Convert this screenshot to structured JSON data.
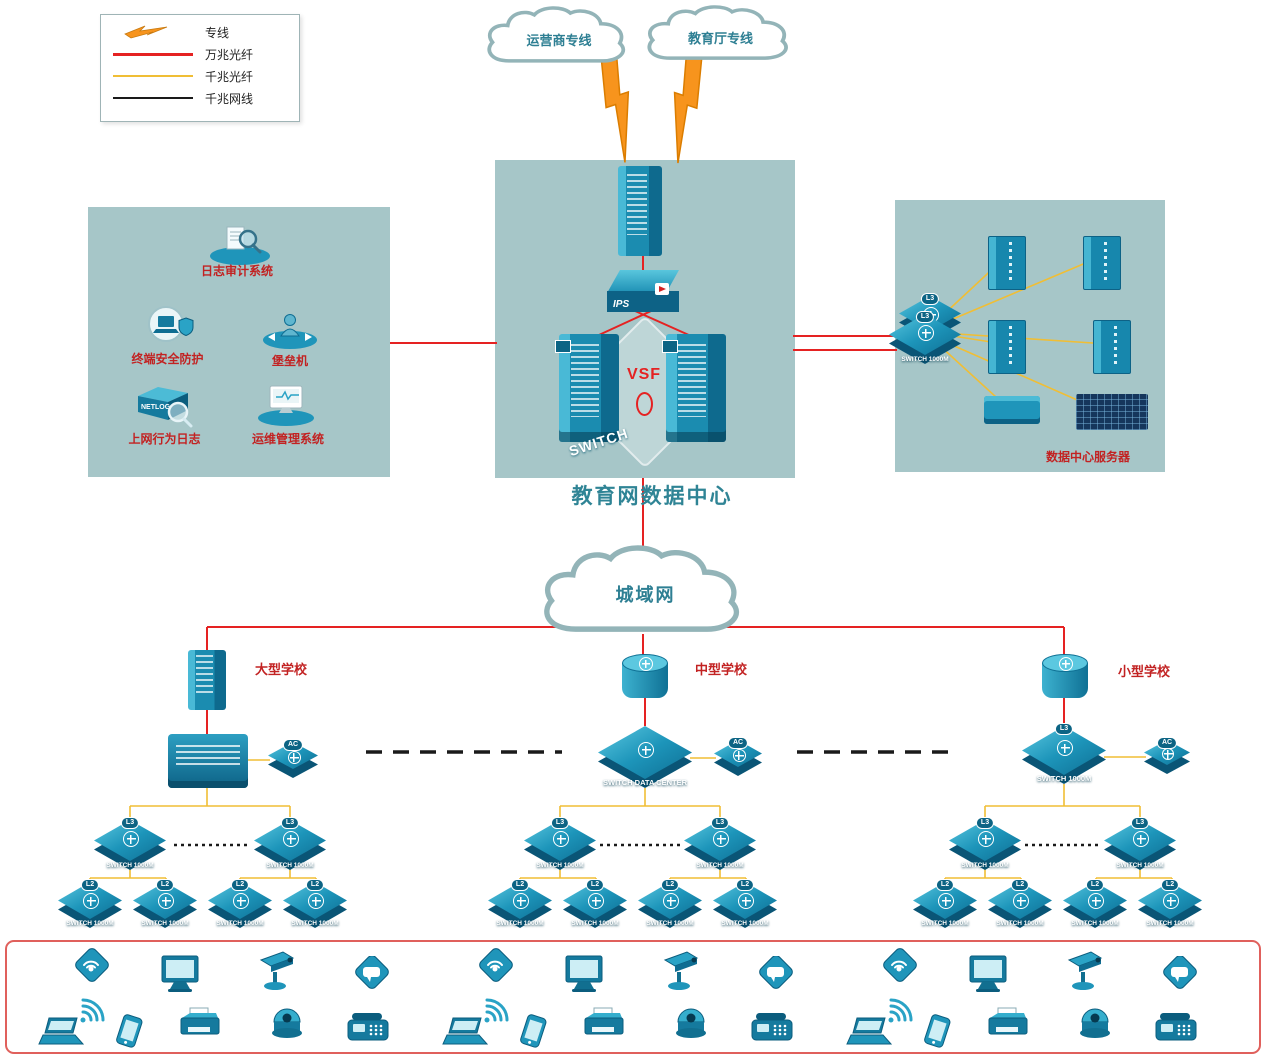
{
  "legend": {
    "items": [
      {
        "label": "专线",
        "line": "lightning"
      },
      {
        "label": "万兆光纤",
        "line": "red"
      },
      {
        "label": "千兆光纤",
        "line": "yellow"
      },
      {
        "label": "千兆网线",
        "line": "black"
      }
    ]
  },
  "clouds": {
    "carrier": "运营商专线",
    "education": "教育厅专线",
    "metro": "城域网"
  },
  "datacenter": {
    "title": "教育网数据中心",
    "ips": "IPS",
    "vsf": "VSF",
    "switch_text": "SWITCH"
  },
  "security_panel": {
    "items": [
      {
        "label": "日志审计系统",
        "icon": "log-audit-icon"
      },
      {
        "label": "终端安全防护",
        "icon": "terminal-security-icon"
      },
      {
        "label": "堡垒机",
        "icon": "bastion-host-icon"
      },
      {
        "label": "上网行为日志",
        "icon": "netlog-icon"
      },
      {
        "label": "运维管理系统",
        "icon": "ops-management-icon"
      }
    ],
    "netlog": "NETLOG"
  },
  "server_panel": {
    "label": "数据中心服务器",
    "switch_label": "SWITCH 1000M",
    "switch_badge": "L3"
  },
  "labels": {
    "switch_1000m": "SWITCH 1000M",
    "switch_dc": "SWITCH DATA CENTER",
    "l3": "L3",
    "l2": "L2",
    "ac": "AC"
  },
  "schools": [
    {
      "name": "大型学校"
    },
    {
      "name": "中型学校"
    },
    {
      "name": "小型学校"
    }
  ],
  "endpoints": {
    "groups": [
      {},
      {},
      {}
    ],
    "icons": [
      "wireless-ap",
      "wifi-signal",
      "desktop-computer",
      "ptz-camera",
      "voice-device",
      "laptop",
      "smartphone",
      "printer",
      "dome-camera",
      "desk-phone"
    ]
  },
  "colors": {
    "line_10g": "#e52222",
    "line_1g_fiber": "#f0be35",
    "line_1g_cable": "#1a1a1a",
    "lightning": "#f7941d",
    "panel_bg": "#a6c6c8",
    "device_teal": "#1d95ba",
    "label_red": "#c22222",
    "title_teal": "#2f8495"
  }
}
